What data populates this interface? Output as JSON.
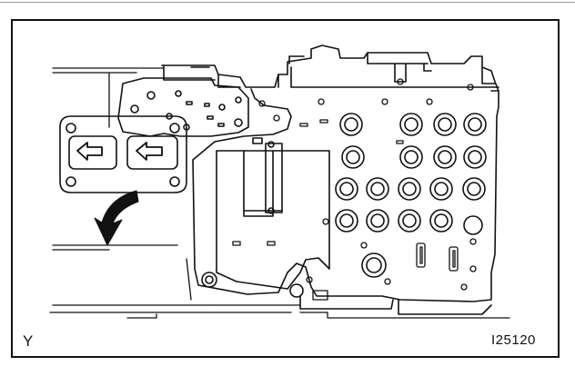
{
  "figure": {
    "view_label": "Y",
    "figure_id": "I25120"
  },
  "illustration": {
    "subject": "valve-body-plate",
    "arrow_direction": "down-left",
    "line_color": "#111111",
    "background_color": "#ffffff"
  }
}
